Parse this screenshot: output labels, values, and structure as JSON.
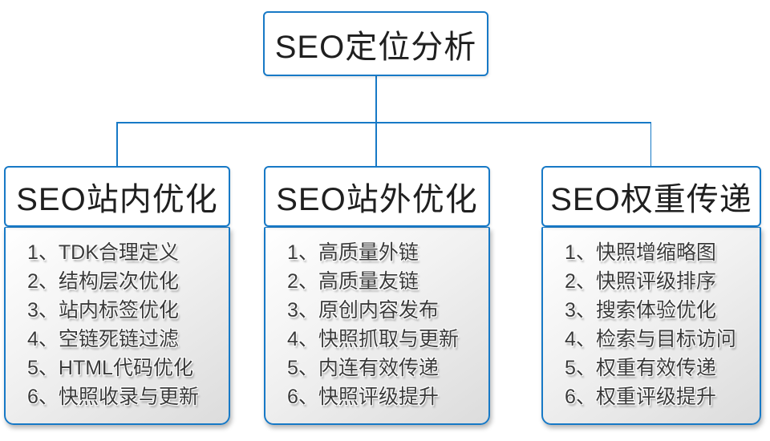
{
  "colors": {
    "accent_blue": "#1779c6",
    "header_text": "#1f1f1f",
    "list_text": "#3a3a3a",
    "node_fill": "#ffffff",
    "list_fill_top": "#ffffff",
    "list_fill_bottom": "#dcdcdc"
  },
  "root_node": {
    "title": "SEO定位分析"
  },
  "branches": [
    {
      "title": "SEO站内优化",
      "items": [
        "1、TDK合理定义",
        "2、结构层次优化",
        "3、站内标签优化",
        "4、空链死链过滤",
        "5、HTML代码优化",
        "6、快照收录与更新"
      ]
    },
    {
      "title": "SEO站外优化",
      "items": [
        "1、高质量外链",
        "2、高质量友链",
        "3、原创内容发布",
        "4、快照抓取与更新",
        "5、内连有效传递",
        "6、快照评级提升"
      ]
    },
    {
      "title": "SEO权重传递",
      "items": [
        "1、快照增缩略图",
        "2、快照评级排序",
        "3、搜索体验优化",
        "4、检索与目标访问",
        "5、权重有效传递",
        "6、权重评级提升"
      ]
    }
  ]
}
